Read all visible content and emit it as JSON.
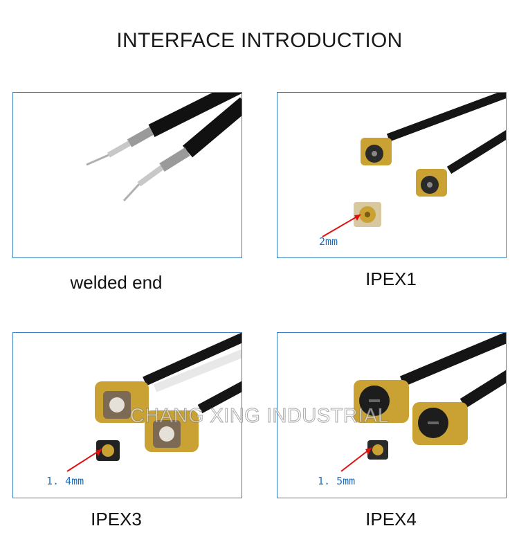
{
  "title": "INTERFACE INTRODUCTION",
  "panels": [
    {
      "caption": "welded end",
      "dimension": ""
    },
    {
      "caption": "IPEX1",
      "dimension": "2mm"
    },
    {
      "caption": "IPEX3",
      "dimension": "1. 4mm"
    },
    {
      "caption": "IPEX4",
      "dimension": "1. 5mm"
    }
  ],
  "watermark": "CHANG XING INDUSTRIAL",
  "colors": {
    "frame": "#3a7fc0",
    "dimension_text": "#1f6fbf",
    "gold": "#c9a233",
    "cable": "#151515"
  }
}
